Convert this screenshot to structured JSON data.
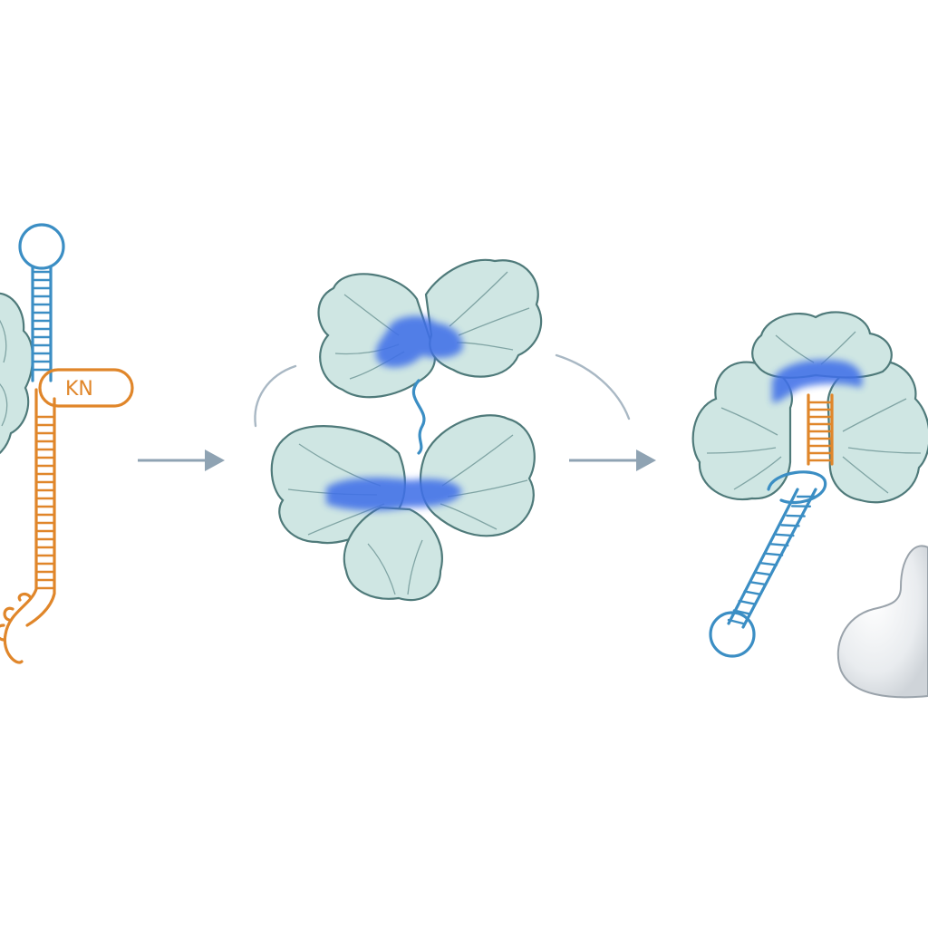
{
  "figure": {
    "panels": [
      {
        "id": "panel-left",
        "description_key": "rna-hairpin-duplex"
      },
      {
        "id": "panel-middle",
        "description_key": "two-subunit-complex"
      },
      {
        "id": "panel-right",
        "description_key": "assembled-complex-with-rna"
      }
    ],
    "colors": {
      "protein_fill": "#cfe6e3",
      "protein_outline": "#4f7a7a",
      "active_site": "#3f6fe8",
      "rna_blue": "#3b8ec4",
      "rna_orange": "#e0862a",
      "arrow": "#8fa3b3",
      "blob": "#e9ecef"
    },
    "labels": {
      "loop_label_left": "KN"
    },
    "arrows": [
      {
        "name": "arrow-left-to-middle"
      },
      {
        "name": "arrow-middle-to-right"
      }
    ]
  }
}
